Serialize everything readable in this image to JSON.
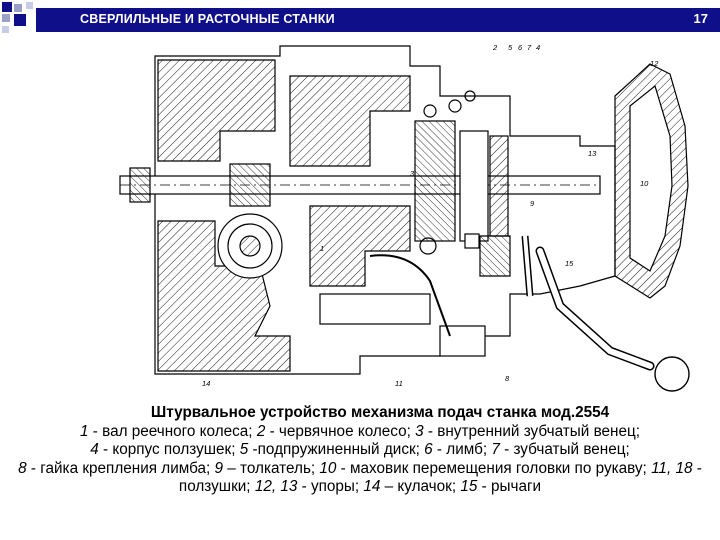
{
  "header": {
    "title": "СВЕРЛИЛЬНЫЕ И РАСТОЧНЫЕ СТАНКИ",
    "page_number": "17",
    "bar_color": "#0f0f8a"
  },
  "drawing": {
    "callouts": [
      "2",
      "5",
      "6",
      "7",
      "4",
      "12",
      "13",
      "3",
      "1",
      "9",
      "15",
      "10",
      "8",
      "14",
      "11"
    ]
  },
  "caption": {
    "title": "Штурвальное устройство механизма подач станка мод.2554",
    "legend": [
      {
        "num": "1",
        "text": " - вал реечного колеса; "
      },
      {
        "num": "2",
        "text": " - червячное колесо; "
      },
      {
        "num": "3",
        "text": " - внутренний зубчатый венец; "
      },
      {
        "num": "4",
        "text": " - корпус ползушек; "
      },
      {
        "num": "5",
        "text": " -подпружиненный диск; "
      },
      {
        "num": "6",
        "text": " - лимб; "
      },
      {
        "num": "7",
        "text": " - зубчатый венец; "
      },
      {
        "num": "8",
        "text": " - гайка крепления лимба; "
      },
      {
        "num": "9",
        "text": " – толкатель; "
      },
      {
        "num": "10",
        "text": " - маховик перемещения головки по рукаву; "
      },
      {
        "num": "11, 18",
        "text": " - ползушки; "
      },
      {
        "num": "12, 13",
        "text": " - упоры; "
      },
      {
        "num": "14",
        "text": " – кулачок; "
      },
      {
        "num": "15",
        "text": " - рычаги"
      }
    ]
  }
}
